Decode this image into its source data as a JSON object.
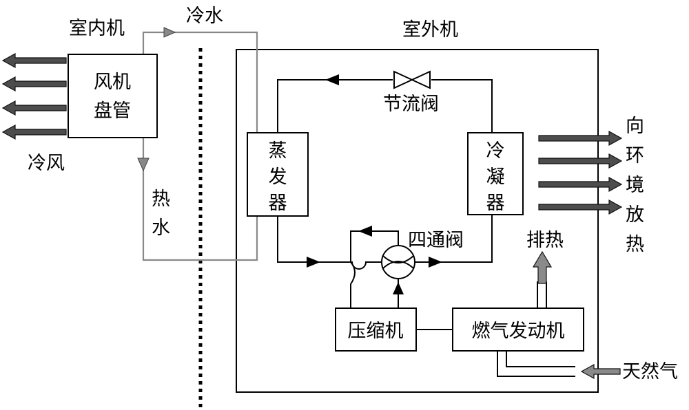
{
  "labels": {
    "indoor_unit": "室内机",
    "outdoor_unit": "室外机",
    "cold_water": "冷水",
    "hot_water": [
      "热",
      "水"
    ],
    "cold_air": "冷风",
    "fan_coil": [
      "风机",
      "盘管"
    ],
    "evaporator": [
      "蒸",
      "发",
      "器"
    ],
    "condenser": [
      "冷",
      "凝",
      "器"
    ],
    "throttle_valve": "节流阀",
    "four_way_valve": "四通阀",
    "compressor": "压缩机",
    "gas_engine": "燃气发动机",
    "exhaust_heat": "排热",
    "natural_gas": "天然气",
    "release_heat": [
      "向",
      "环",
      "境",
      "放",
      "热"
    ]
  },
  "colors": {
    "line": "#000000",
    "water_loop": "#888888",
    "fat_arrow": "#4d4d4d",
    "gray_arrow": "#8a8a8a"
  }
}
